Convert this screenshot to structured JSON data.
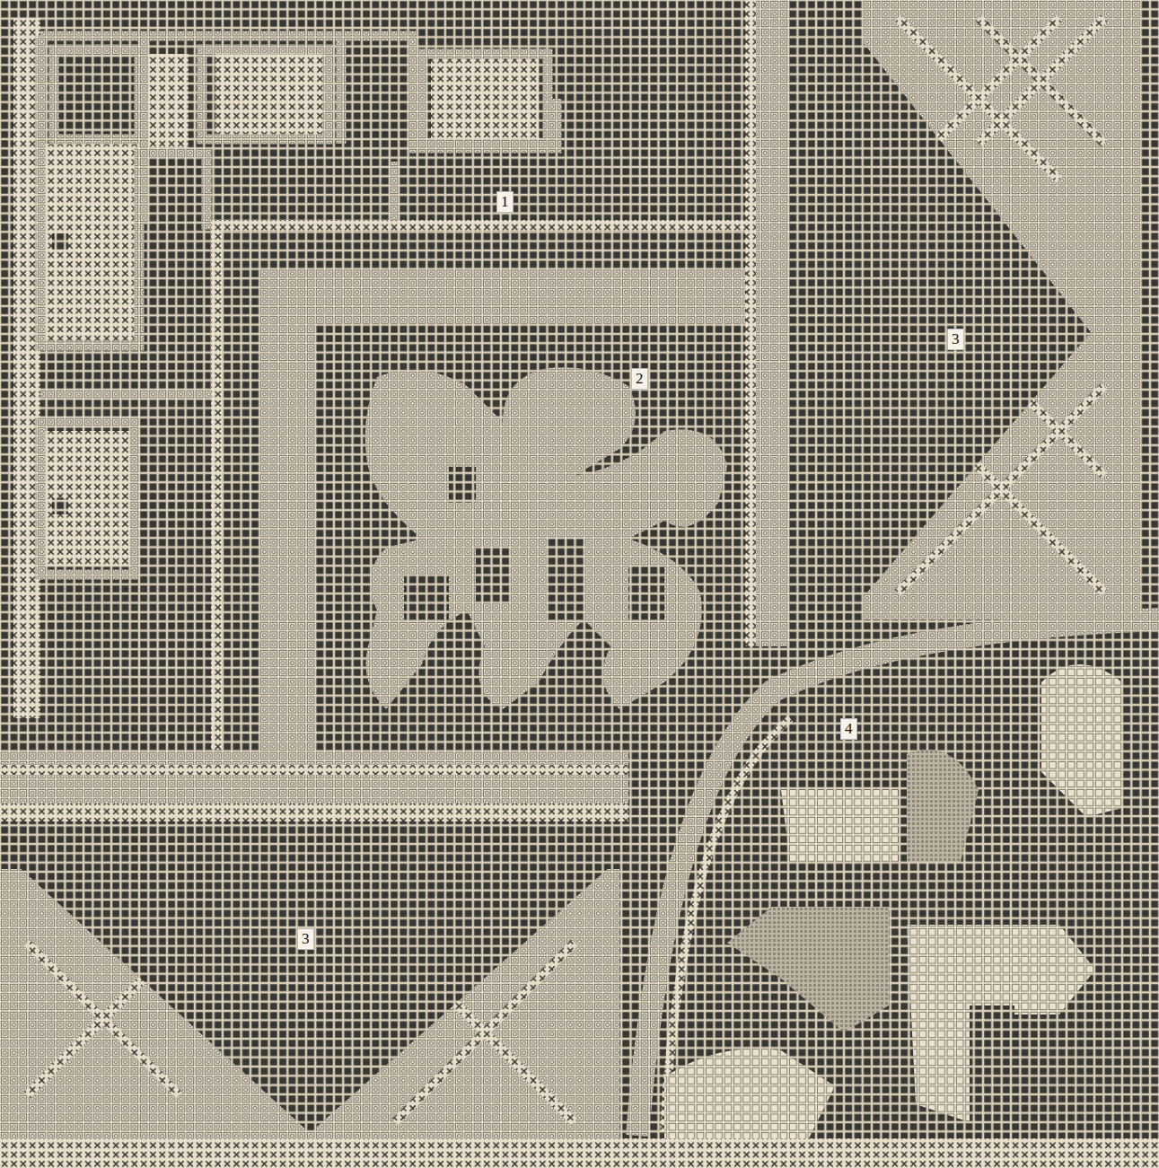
{
  "diagram": {
    "labels": [
      "1",
      "2",
      "3",
      "3",
      "4"
    ]
  }
}
